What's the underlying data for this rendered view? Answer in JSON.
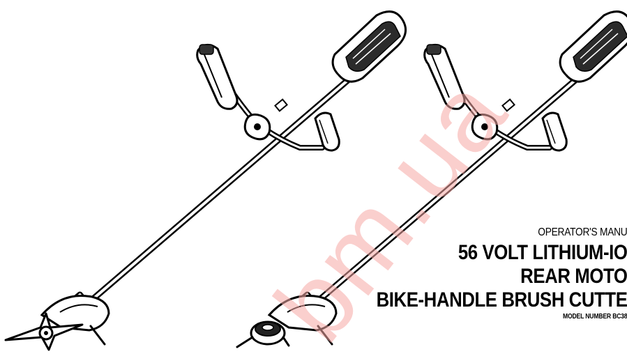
{
  "document": {
    "manual_type": "OPERATOR'S MANU",
    "title_line1": "56 VOLT LITHIUM-IO",
    "title_line2": "REAR MOTO",
    "title_line3": "BIKE-HANDLE BRUSH CUTTE",
    "model_number": "MODEL NUMBER BC38"
  },
  "watermark": {
    "text": "bm.ua",
    "color": "#f6a9a6"
  },
  "illustrations": [
    {
      "name": "brush-cutter-with-blade",
      "head": "blade"
    },
    {
      "name": "brush-cutter-with-line-head",
      "head": "line-spool"
    }
  ]
}
